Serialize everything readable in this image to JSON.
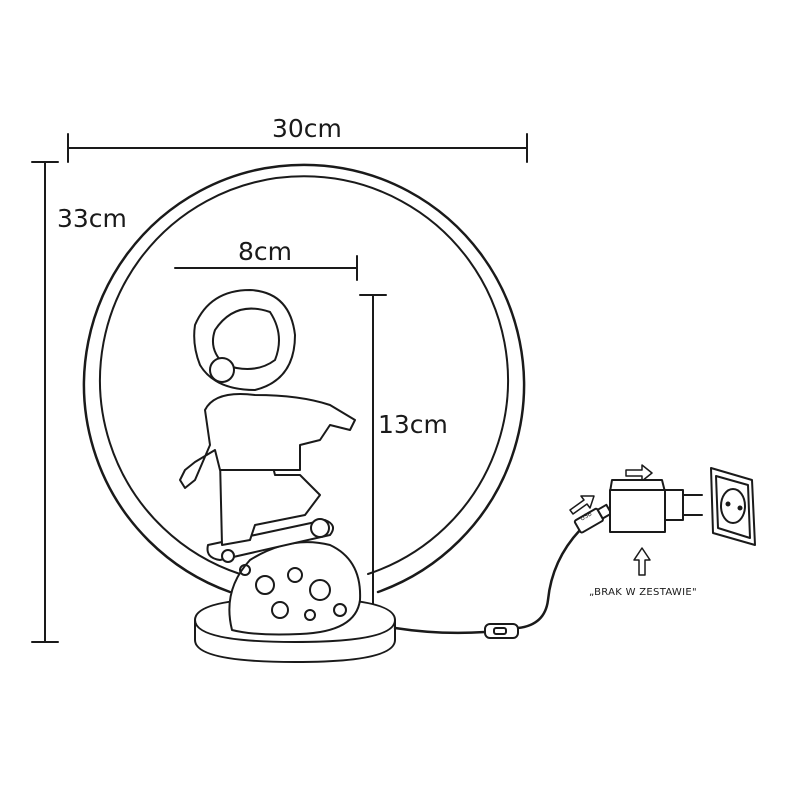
{
  "dimensions": {
    "width_label": "30cm",
    "height_label": "33cm",
    "figure_width_label": "8cm",
    "figure_height_label": "13cm"
  },
  "adapter_note": "„BRAK W ZESTAWIE\"",
  "usb_label": "USB",
  "line_color": "#1a1a1a"
}
